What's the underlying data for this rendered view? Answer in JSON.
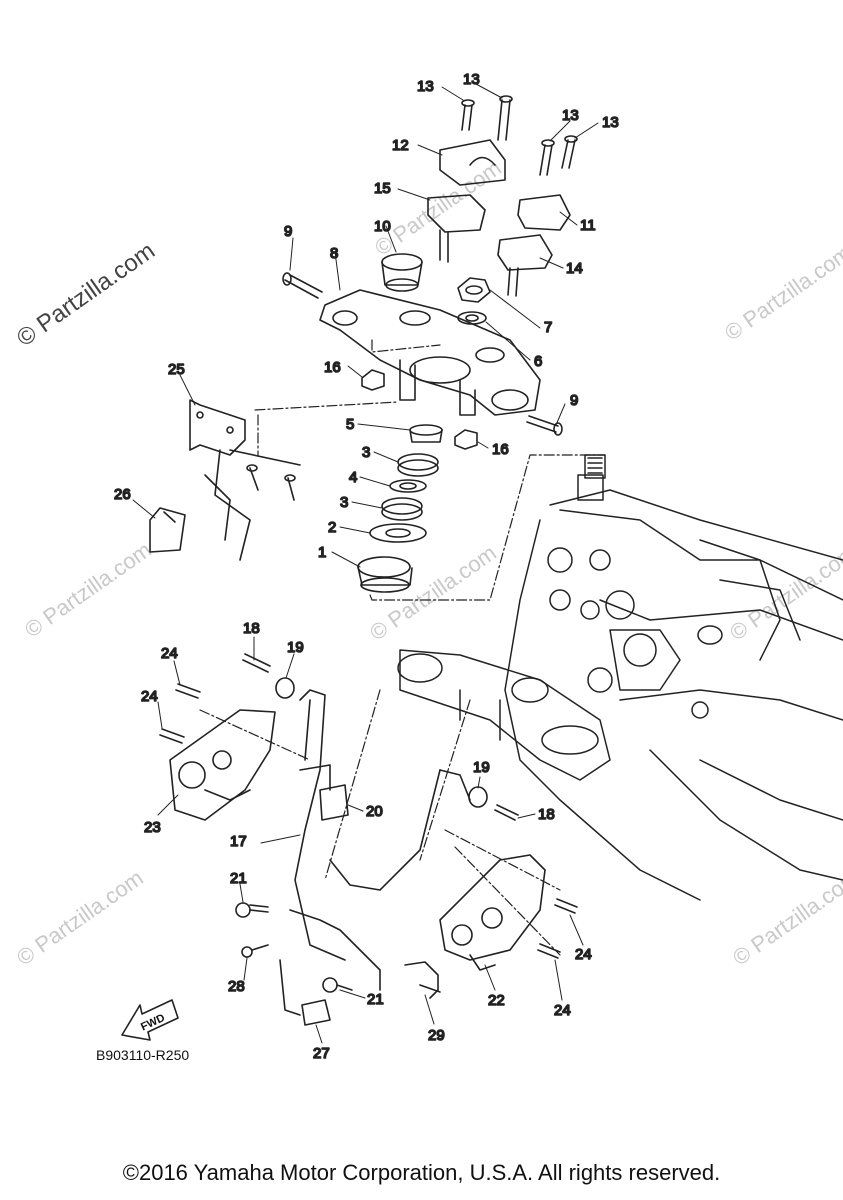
{
  "watermark": {
    "main": "© Partzilla.com",
    "faint": "© Partzilla.com"
  },
  "callouts": {
    "c1": "1",
    "c2": "2",
    "c3a": "3",
    "c3b": "3",
    "c4": "4",
    "c5": "5",
    "c6": "6",
    "c7": "7",
    "c8": "8",
    "c9a": "9",
    "c9b": "9",
    "c10": "10",
    "c11": "11",
    "c12": "12",
    "c13a": "13",
    "c13b": "13",
    "c13c": "13",
    "c13d": "13",
    "c14": "14",
    "c15": "15",
    "c16a": "16",
    "c16b": "16",
    "c17": "17",
    "c18a": "18",
    "c18b": "18",
    "c19a": "19",
    "c19b": "19",
    "c20": "20",
    "c21a": "21",
    "c21b": "21",
    "c22": "22",
    "c23": "23",
    "c24a": "24",
    "c24b": "24",
    "c24c": "24",
    "c24d": "24",
    "c25": "25",
    "c26": "26",
    "c27": "27",
    "c28": "28",
    "c29": "29"
  },
  "fwd_arrow_label": "FWD",
  "ref_code": "B903110-R250",
  "copyright": "©2016 Yamaha Motor Corporation, U.S.A. All rights reserved."
}
